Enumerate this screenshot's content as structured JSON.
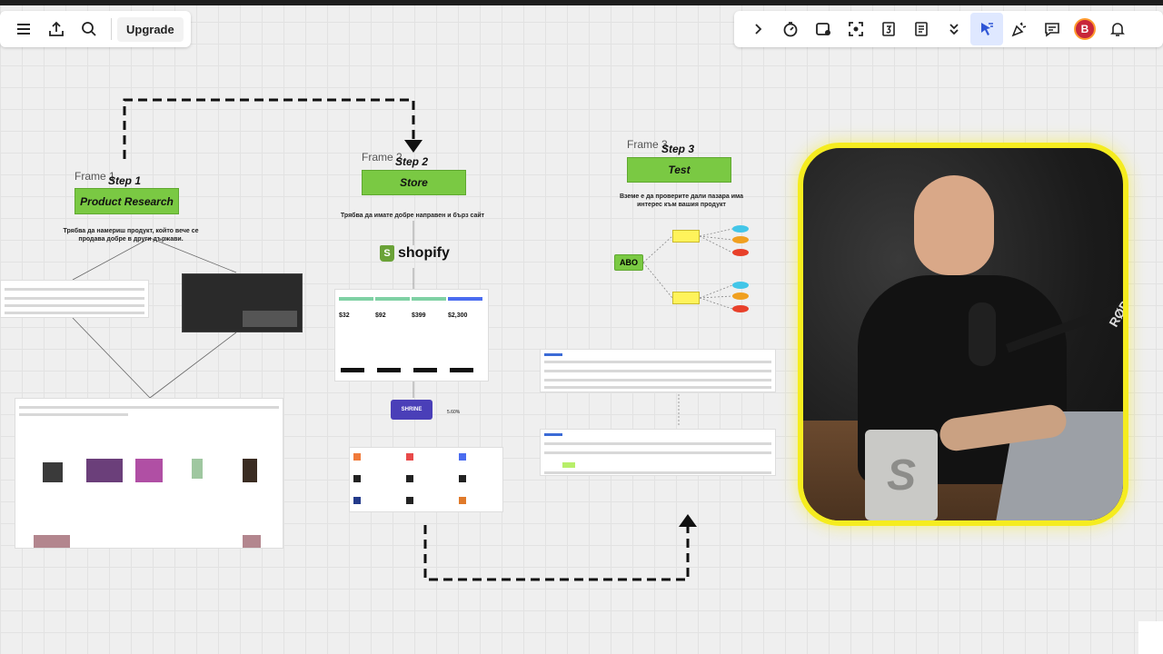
{
  "toolbar": {
    "upgrade_label": "Upgrade",
    "avatar_initial": "B",
    "accent": "#dfe8ff"
  },
  "canvas": {
    "step1": {
      "frame": "Frame 1",
      "title": "Step 1",
      "box": "Product Research",
      "desc": "Трябва да намериш продукт, който вече се продава добре в други държави."
    },
    "step2": {
      "frame": "Frame 2",
      "title": "Step 2",
      "box": "Store",
      "desc": "Трябва да имате добре направен и бърз сайт",
      "logo": "shopify",
      "prices": [
        "$32",
        "$92",
        "$399",
        "$2,300"
      ],
      "shrine": "SHRINE",
      "percent": "5.60%"
    },
    "step3": {
      "frame": "Frame 3",
      "title": "Step 3",
      "box": "Test",
      "desc": "Вземе е да проверите дали пазара има интерес към вашия продукт",
      "node_abo": "ABO"
    }
  },
  "colors": {
    "step_green": "#7ac943",
    "webcam_border": "#f5ec1f"
  }
}
